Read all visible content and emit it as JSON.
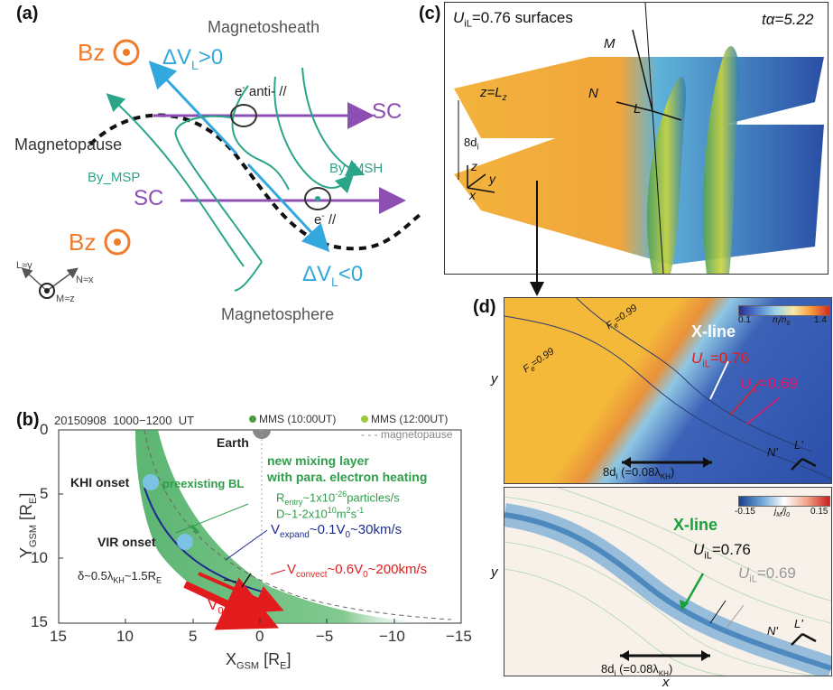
{
  "panel_a": {
    "label": "(a)",
    "bz_top": "Bz",
    "bz_bottom": "Bz",
    "magnetosheath": "Magnetosheath",
    "magnetopause": "Magnetopause",
    "magnetosphere": "Magnetosphere",
    "dvl_pos": "ΔV",
    "dvl_pos_sub": "L",
    "dvl_pos_rest": ">0",
    "dvl_neg": "ΔV",
    "dvl_neg_sub": "L",
    "dvl_neg_rest": "<0",
    "sc_top": "SC",
    "sc_bottom": "SC",
    "e_anti": "e",
    "e_anti_sup": "-",
    "e_anti_rest": " anti- //",
    "e_par": "e",
    "e_par_sup": "-",
    "e_par_rest": " //",
    "by_msp": "By_MSP",
    "by_msh": "By_MSH",
    "axis_l": "L≈y",
    "axis_n": "N≈x",
    "axis_m": "M≈z",
    "colors": {
      "orange": "#f07b2c",
      "cyan": "#33a8dd",
      "purple": "#8e4fb3",
      "green": "#2aa58a",
      "gray": "#555555"
    }
  },
  "panel_b": {
    "label": "(b)",
    "header": "20150908  1000−1200  UT",
    "legend_mms10": "MMS (10:00UT)",
    "legend_mms12": "MMS (12:00UT)",
    "legend_mp": "magnetopause",
    "earth": "Earth",
    "khi_onset": "KHI onset",
    "vir_onset": "VIR onset",
    "preexisting": "preexisting BL",
    "new_mixing_1": "new mixing layer",
    "new_mixing_2": "with para. electron heating",
    "rentry": "R",
    "rentry_sub": "entry",
    "rentry_rest": "~1x10",
    "rentry_sup": "-26",
    "rentry_end": "particles/s",
    "diff": "D~1-2x10",
    "diff_sup": "10",
    "diff_rest": "m",
    "diff_sup2": "2",
    "diff_end": "s",
    "diff_sup3": "-1",
    "vexpand": "V",
    "vexpand_sub": "expand",
    "vexpand_rest": "~0.1V",
    "vexpand_sub2": "0",
    "vexpand_end": "~30km/s",
    "vconvect": "V",
    "vconvect_sub": "convect",
    "vconvect_rest": "~0.6V",
    "vconvect_sub2": "0",
    "vconvect_end": "~200km/s",
    "delta": "δ~0.5λ",
    "delta_sub": "KH",
    "delta_rest": "~1.5R",
    "delta_sub2": "E",
    "v0": "V",
    "v0_sub": "0",
    "ylabel": "Y",
    "ylabel_sub": "GSM",
    "ylabel_rest": " [R",
    "ylabel_sub2": "E",
    "ylabel_end": "]",
    "xlabel": "X",
    "xlabel_sub": "GSM",
    "xlabel_rest": " [R",
    "xlabel_sub2": "E",
    "xlabel_end": "]",
    "yticks": [
      "0",
      "5",
      "10",
      "15"
    ],
    "xticks": [
      "15",
      "10",
      "5",
      "0",
      "−5",
      "−10",
      "−15"
    ],
    "colors": {
      "green": "#2e9e4a",
      "blue": "#1f2c8f",
      "red": "#e21c1c",
      "gray": "#888888"
    }
  },
  "panel_c": {
    "label": "(c)",
    "title": "U",
    "title_sub": "iL",
    "title_rest": "=0.76 surfaces",
    "time": "tα=5.22",
    "m_axis": "M",
    "n_axis": "N",
    "l_axis": "L",
    "zlz": "z=L",
    "zlz_sub": "z",
    "di": "8d",
    "di_sub": "i",
    "z": "z",
    "y": "y",
    "x": "x"
  },
  "panel_d": {
    "label": "(d)",
    "cbar_top_min": "0.1",
    "cbar_top_label": "n",
    "cbar_top_label_sub": "i",
    "cbar_top_label_rest": "/n",
    "cbar_top_label_sub2": "0",
    "cbar_top_max": "1.4",
    "fe1": "F",
    "fe1_sub": "e",
    "fe1_rest": "=0.99",
    "fe2": "F",
    "fe2_sub": "e",
    "fe2_rest": "=0.99",
    "xline_top": "X-line",
    "uil_red": "U",
    "uil_red_sub": "iL",
    "uil_red_rest": "=0.76",
    "uil_pink": "U",
    "uil_pink_sub": "iL",
    "uil_pink_rest": "=0.69",
    "y_top": "y",
    "scale_top": "8d",
    "scale_top_sub": "i",
    "scale_top_rest": " (=0.08λ",
    "scale_top_sub2": "KH",
    "scale_top_end": ")",
    "nl_n": "N'",
    "nl_l": "L'",
    "cbar_bot_min": "-0.15",
    "cbar_bot_label": "j",
    "cbar_bot_label_sub": "M",
    "cbar_bot_label_rest": "/j",
    "cbar_bot_label_sub2": "0",
    "cbar_bot_max": "0.15",
    "xline_bot": "X-line",
    "uil_black": "U",
    "uil_black_sub": "iL",
    "uil_black_rest": "=0.76",
    "uil_gray": "U",
    "uil_gray_sub": "iL",
    "uil_gray_rest": "=0.69",
    "y_bot": "y",
    "scale_bot": "8d",
    "scale_bot_sub": "i",
    "scale_bot_rest": " (=0.08λ",
    "scale_bot_sub2": "KH",
    "scale_bot_end": ")",
    "nl_n2": "N'",
    "nl_l2": "L'",
    "x_bot": "x"
  }
}
